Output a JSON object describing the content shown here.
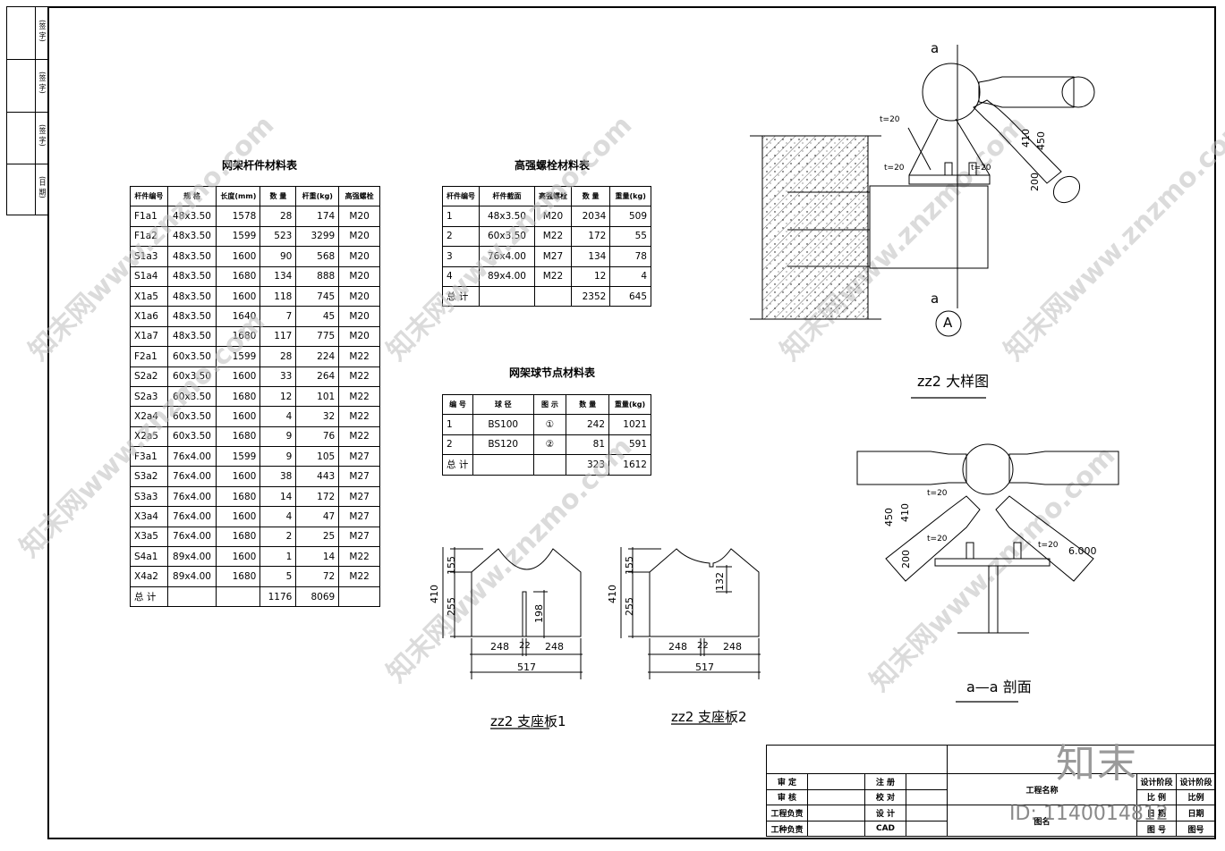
{
  "sidebar": {
    "labels": [
      "(签 字)",
      "(签 字)",
      "(签 字)",
      "(日 期)"
    ]
  },
  "table1": {
    "title": "网架杆件材料表",
    "headers": [
      "杆件编号",
      "规 格",
      "长度(mm)",
      "数 量",
      "杆重(kg)",
      "高强螺栓"
    ],
    "rows": [
      [
        "F1a1",
        "48x3.50",
        "1578",
        "28",
        "174",
        "M20"
      ],
      [
        "F1a2",
        "48x3.50",
        "1599",
        "523",
        "3299",
        "M20"
      ],
      [
        "S1a3",
        "48x3.50",
        "1600",
        "90",
        "568",
        "M20"
      ],
      [
        "S1a4",
        "48x3.50",
        "1680",
        "134",
        "888",
        "M20"
      ],
      [
        "X1a5",
        "48x3.50",
        "1600",
        "118",
        "745",
        "M20"
      ],
      [
        "X1a6",
        "48x3.50",
        "1640",
        "7",
        "45",
        "M20"
      ],
      [
        "X1a7",
        "48x3.50",
        "1680",
        "117",
        "775",
        "M20"
      ],
      [
        "F2a1",
        "60x3.50",
        "1599",
        "28",
        "224",
        "M22"
      ],
      [
        "S2a2",
        "60x3.50",
        "1600",
        "33",
        "264",
        "M22"
      ],
      [
        "S2a3",
        "60x3.50",
        "1680",
        "12",
        "101",
        "M22"
      ],
      [
        "X2a4",
        "60x3.50",
        "1600",
        "4",
        "32",
        "M22"
      ],
      [
        "X2a5",
        "60x3.50",
        "1680",
        "9",
        "76",
        "M22"
      ],
      [
        "F3a1",
        "76x4.00",
        "1599",
        "9",
        "105",
        "M27"
      ],
      [
        "S3a2",
        "76x4.00",
        "1600",
        "38",
        "443",
        "M27"
      ],
      [
        "S3a3",
        "76x4.00",
        "1680",
        "14",
        "172",
        "M27"
      ],
      [
        "X3a4",
        "76x4.00",
        "1600",
        "4",
        "47",
        "M27"
      ],
      [
        "X3a5",
        "76x4.00",
        "1680",
        "2",
        "25",
        "M27"
      ],
      [
        "S4a1",
        "89x4.00",
        "1600",
        "1",
        "14",
        "M22"
      ],
      [
        "X4a2",
        "89x4.00",
        "1680",
        "5",
        "72",
        "M22"
      ],
      [
        "总 计",
        "",
        "",
        "1176",
        "8069",
        ""
      ]
    ]
  },
  "table2": {
    "title": "高强螺栓材料表",
    "headers": [
      "杆件编号",
      "杆件截面",
      "高强螺栓",
      "数 量",
      "重量(kg)"
    ],
    "rows": [
      [
        "1",
        "48x3.50",
        "M20",
        "2034",
        "509"
      ],
      [
        "2",
        "60x3.50",
        "M22",
        "172",
        "55"
      ],
      [
        "3",
        "76x4.00",
        "M27",
        "134",
        "78"
      ],
      [
        "4",
        "89x4.00",
        "M22",
        "12",
        "4"
      ],
      [
        "总 计",
        "",
        "",
        "2352",
        "645"
      ]
    ]
  },
  "table3": {
    "title": "网架球节点材料表",
    "headers": [
      "编 号",
      "球 径",
      "图 示",
      "数 量",
      "重量(kg)"
    ],
    "rows": [
      [
        "1",
        "BS100",
        "①",
        "242",
        "1021"
      ],
      [
        "2",
        "BS120",
        "②",
        "81",
        "591"
      ],
      [
        "总 计",
        "",
        "",
        "323",
        "1612"
      ]
    ]
  },
  "plate1": {
    "label": "zz2 支座板1",
    "dims": [
      "155",
      "410",
      "255",
      "198",
      "248",
      "22",
      "248",
      "517"
    ]
  },
  "plate2": {
    "label": "zz2 支座板2",
    "dims": [
      "155",
      "410",
      "255",
      "132",
      "248",
      "22",
      "248",
      "517"
    ]
  },
  "detail": {
    "label": "zz2 大样图",
    "section_mark": "a",
    "axis": "A",
    "t_labels": [
      "t=20",
      "t=20",
      "t=20"
    ],
    "dims": [
      "410",
      "450",
      "200"
    ]
  },
  "section": {
    "label": "a—a 剖面",
    "t_labels": [
      "t=20",
      "t=20",
      "t=20"
    ],
    "dims": [
      "450",
      "410",
      "200"
    ],
    "elev": "6.000"
  },
  "titleblock": {
    "col1": [
      "审 定",
      "审 核",
      "工程负责",
      "工种负责"
    ],
    "col3": [
      "注 册",
      "校 对",
      "设 计",
      "CAD"
    ],
    "project_label": "工程名称",
    "sub_label": "图名",
    "right1": [
      "设计阶段",
      "比 例",
      "日 期",
      "图 号"
    ],
    "right2": [
      "设计阶段",
      "比例",
      "日期",
      "图号"
    ]
  },
  "watermark": {
    "text": "知末网www.znzmo.com",
    "brand": "知末",
    "id": "ID: 1140014812"
  }
}
